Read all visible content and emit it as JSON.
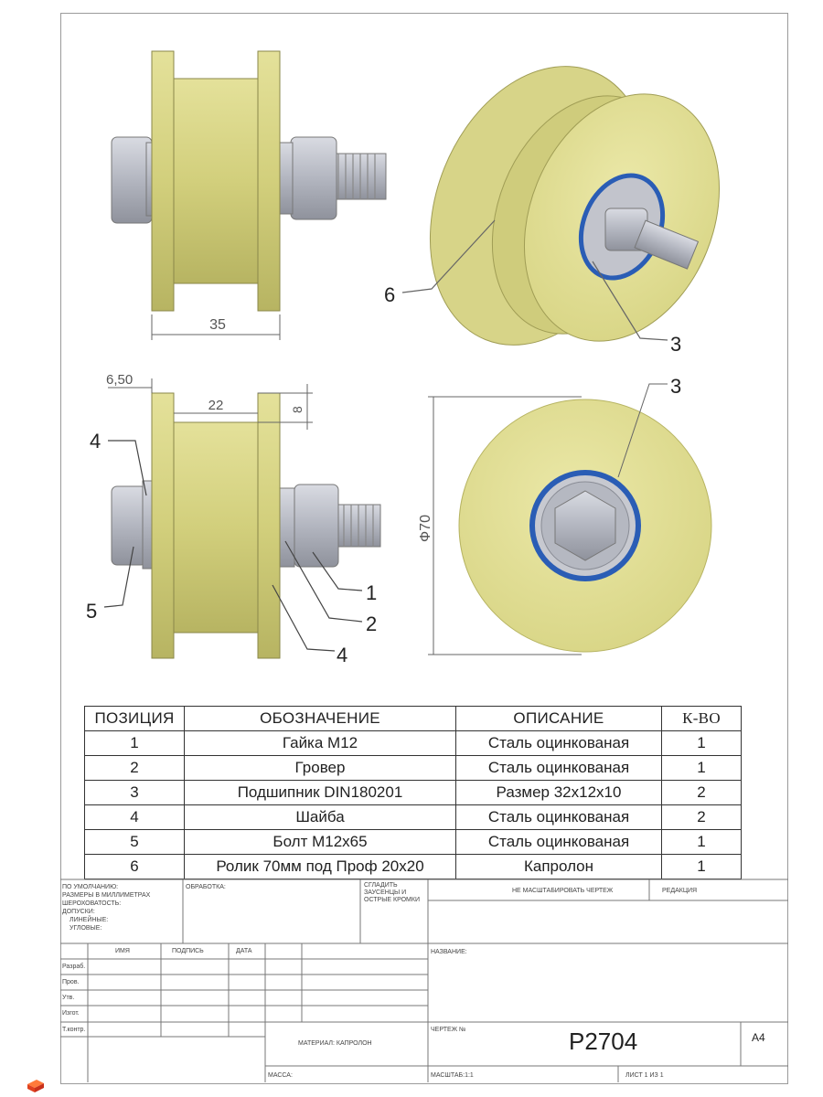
{
  "dimensions": {
    "width_35": "35",
    "offset_650": "6,50",
    "width_22": "22",
    "depth_8": "8",
    "diameter_70": "Ф70"
  },
  "callouts": {
    "c6": "6",
    "c3a": "3",
    "c3b": "3",
    "c4a": "4",
    "c5": "5",
    "c1": "1",
    "c2": "2",
    "c4b": "4"
  },
  "parts_table": {
    "headers": [
      "ПОЗИЦИЯ",
      "ОБОЗНАЧЕНИЕ",
      "ОПИСАНИЕ",
      "К-ВО"
    ],
    "rows": [
      [
        "1",
        "Гайка М12",
        "Сталь оцинкованая",
        "1"
      ],
      [
        "2",
        "Гровер",
        "Сталь оцинкованая",
        "1"
      ],
      [
        "3",
        "Подшипник DIN180201",
        "Размер 32х12х10",
        "2"
      ],
      [
        "4",
        "Шайба",
        "Сталь оцинкованая",
        "2"
      ],
      [
        "5",
        "Болт М12х65",
        "Сталь оцинкованая",
        "1"
      ],
      [
        "6",
        "Ролик 70мм под Проф 20х20",
        "Капролон",
        "1"
      ]
    ]
  },
  "title_block": {
    "general_notes": [
      "ПО УМОЛЧАНИЮ:",
      "РАЗМЕРЫ В МИЛЛИМЕТРАХ",
      "ШЕРОХОВАТОСТЬ:",
      "ДОПУСКИ:",
      "ЛИНЕЙНЫЕ:",
      "УГЛОВЫЕ:"
    ],
    "finish": "ОБРАБОТКА:",
    "deburr": [
      "СГЛАДИТЬ",
      "ЗАУСЕНЦЫ И",
      "ОСТРЫЕ КРОМКИ"
    ],
    "no_scale": "НЕ МАСШТАБИРОВАТЬ ЧЕРТЕЖ",
    "revision": "РЕДАКЦИЯ",
    "col_name": "ИМЯ",
    "col_sign": "ПОДПИСЬ",
    "col_date": "ДАТА",
    "roles": [
      "Разраб.",
      "Пров.",
      "Утв.",
      "Изгот.",
      "Т.контр."
    ],
    "title_label": "НАЗВАНИЕ:",
    "material": "МАТЕРИАЛ: КАПРОЛОН",
    "drawing_no_label": "ЧЕРТЕЖ №",
    "drawing_no": "P2704",
    "format": "A4",
    "mass": "МАССА:",
    "scale": "МАСШТАБ:1:1",
    "sheet": "ЛИСТ 1 ИЗ 1"
  },
  "colors": {
    "roller": "#dcd98a",
    "roller_dark": "#a9a65a",
    "steel": "#b9bcc6",
    "bearing_ring": "#2a5db5"
  }
}
